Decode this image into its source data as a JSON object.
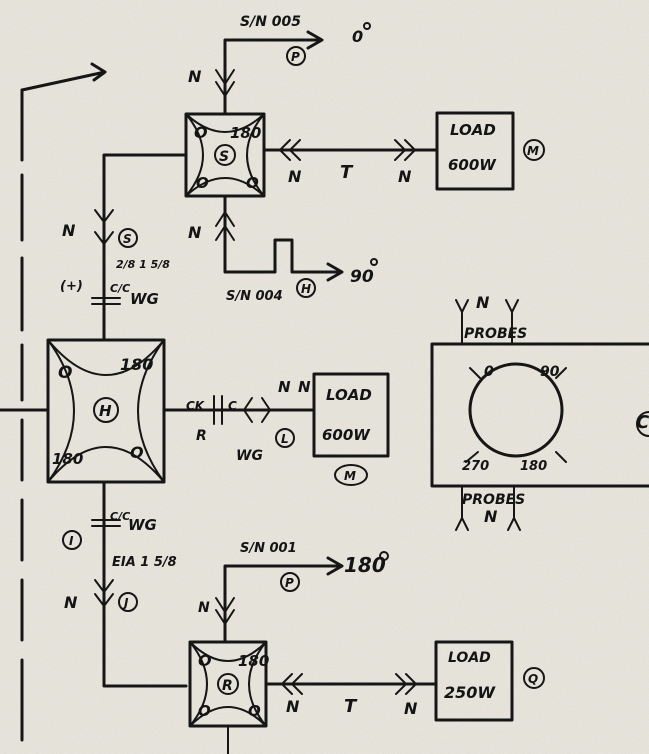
{
  "hybrids": {
    "top": {
      "q1": "O",
      "q2": "180",
      "q3": "O",
      "q4": "O",
      "center": "S"
    },
    "middle": {
      "q1": "O",
      "q2": "180",
      "q3": "180",
      "q4": "O",
      "center": "H"
    },
    "bottom": {
      "q1": "O",
      "q2": "180",
      "q3": "O",
      "q4": "O",
      "center": "R"
    }
  },
  "loads": {
    "top": {
      "line1": "LOAD",
      "line2": "600W",
      "tag": "M"
    },
    "middle": {
      "line1": "LOAD",
      "line2": "600W",
      "tag": "M"
    },
    "bottom": {
      "line1": "LOAD",
      "line2": "250W",
      "tag": "Q"
    }
  },
  "ports": {
    "top": {
      "sn": "S/N 005",
      "tag": "P",
      "phase": "0"
    },
    "middle": {
      "sn": "S/N 004",
      "tag": "H",
      "phase": "90"
    },
    "bottom": {
      "sn": "S/N 001",
      "tag": "P",
      "phase": "180"
    }
  },
  "connectors": {
    "n": "N",
    "t": "T",
    "s_tag": "S",
    "j_tag": "J",
    "i_tag": "I",
    "l_tag": "L",
    "fraction_top": "C/C",
    "wg_top": "WG",
    "fraction_bottom": "C/C",
    "wg_bottom": "WG",
    "ck_label": "CK",
    "c_label": "C",
    "r_label": "R",
    "wg_middle": "WG",
    "eia_label": "EIA 1 5/8",
    "note_top": "2/8 1 5/8",
    "plus_label": "(+)"
  },
  "probe_box": {
    "top_label": "PROBES",
    "bottom_label": "PROBES",
    "deg0": "0",
    "deg90": "90",
    "deg180": "180",
    "deg270": "270",
    "tag": "C",
    "n": "N"
  },
  "colors": {
    "ink": "#161616",
    "paper": "#e9e6dd"
  }
}
